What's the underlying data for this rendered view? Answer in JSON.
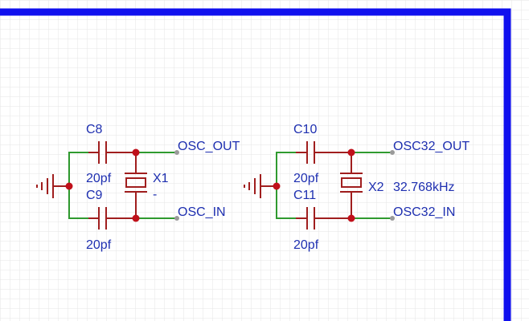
{
  "colors": {
    "background": "#ffffff",
    "grid": "#e6e6e6",
    "border": "#1010ee",
    "component": "#a01e1e",
    "wire": "#2f9a2f",
    "junction": "#c0101a",
    "text": "#1e2fb0",
    "pin": "#9a9a9a"
  },
  "circuit_left": {
    "cap_top": {
      "ref": "C8",
      "value": "20pf"
    },
    "cap_bottom": {
      "ref": "C9",
      "value": "20pf"
    },
    "crystal": {
      "ref": "X1",
      "value": "-"
    },
    "net_out": "OSC_OUT",
    "net_in": "OSC_IN"
  },
  "circuit_right": {
    "cap_top": {
      "ref": "C10",
      "value": "20pf"
    },
    "cap_bottom": {
      "ref": "C11",
      "value": "20pf"
    },
    "crystal": {
      "ref": "X2",
      "value": "32.768kHz"
    },
    "net_out": "OSC32_OUT",
    "net_in": "OSC32_IN"
  }
}
